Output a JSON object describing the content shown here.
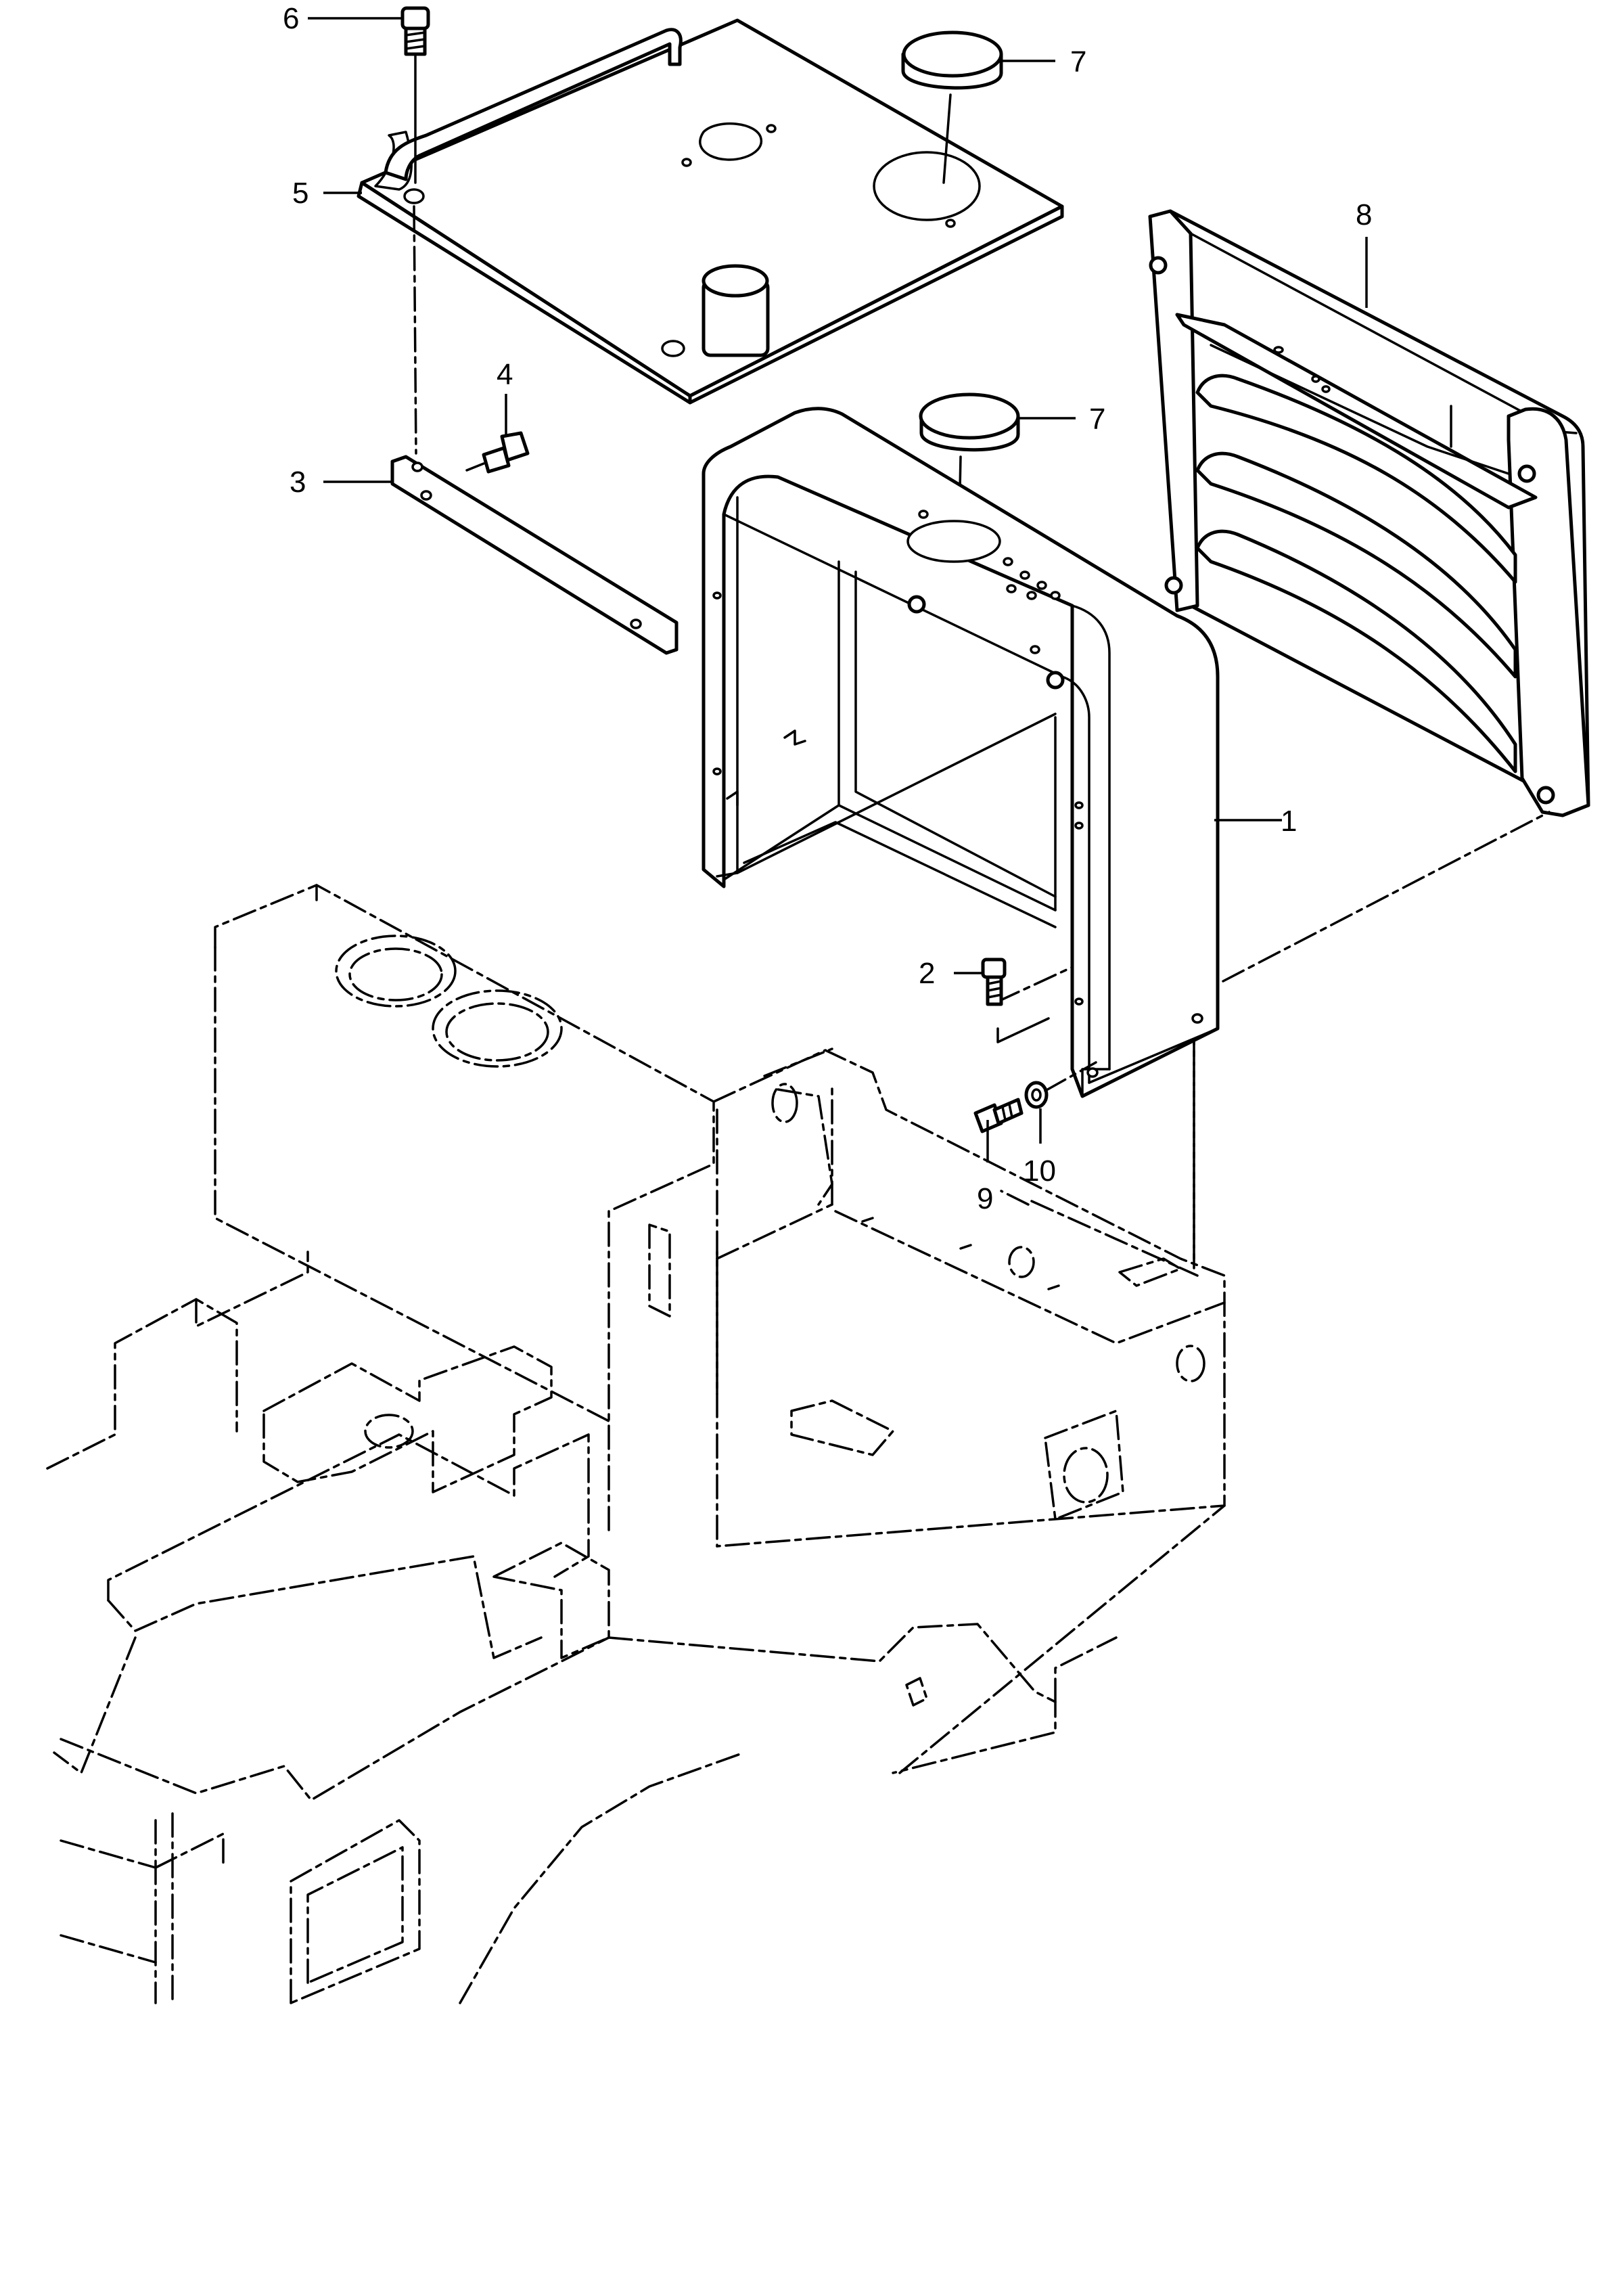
{
  "callouts": [
    {
      "id": "c1",
      "label": "1"
    },
    {
      "id": "c2",
      "label": "2"
    },
    {
      "id": "c3",
      "label": "3"
    },
    {
      "id": "c4",
      "label": "4"
    },
    {
      "id": "c5",
      "label": "5"
    },
    {
      "id": "c6",
      "label": "6"
    },
    {
      "id": "c7a",
      "label": "7"
    },
    {
      "id": "c7b",
      "label": "7"
    },
    {
      "id": "c8",
      "label": "8"
    },
    {
      "id": "c9",
      "label": "9"
    },
    {
      "id": "c10",
      "label": "10"
    }
  ]
}
